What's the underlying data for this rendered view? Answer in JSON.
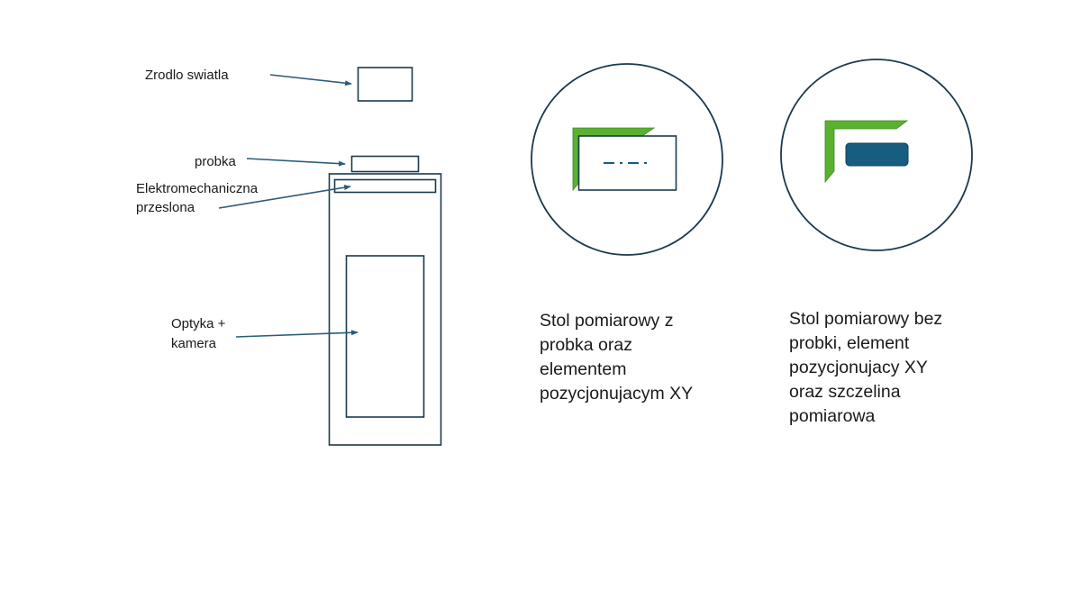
{
  "labels": {
    "light_source": "Zrodlo swiatla",
    "sample": "probka",
    "shutter_line1": "Elektromechaniczna",
    "shutter_line2": "przeslona",
    "optics_line1": "Optyka +",
    "optics_line2": "kamera"
  },
  "captions": {
    "with_sample": [
      "Stol pomiarowy z",
      "probka oraz",
      "elementem",
      "pozycjonujacym XY"
    ],
    "without_sample": [
      "Stol pomiarowy bez",
      "probki, element",
      "pozycjonujacy XY",
      "oraz szczelina",
      "pomiarowa"
    ]
  },
  "colors": {
    "outline": "#1b3a4b",
    "arrow": "#2a5d7a",
    "green": "#5ab031",
    "green_dark": "#3f8a24",
    "slit_fill": "#175d80",
    "text": "#1a1a1a"
  }
}
